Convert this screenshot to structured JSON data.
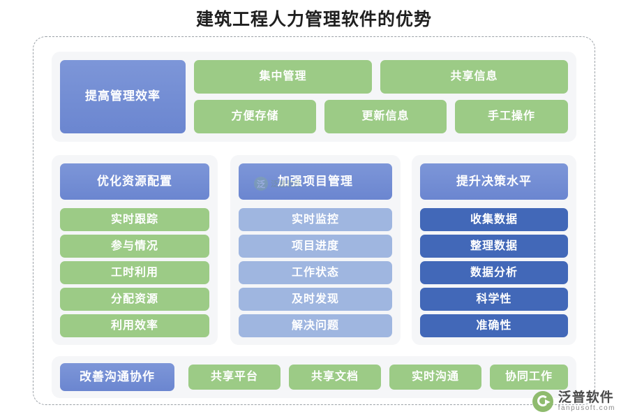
{
  "title": "建筑工程人力管理软件的优势",
  "top_section": {
    "main": "提高管理效率",
    "row1": [
      "集中管理",
      "共享信息"
    ],
    "row2": [
      "方便存储",
      "更新信息",
      "手工操作"
    ]
  },
  "columns": [
    {
      "header": "优化资源配置",
      "items": [
        "实时跟踪",
        "参与情况",
        "工时利用",
        "分配资源",
        "利用效率"
      ]
    },
    {
      "header": "加强项目管理",
      "items": [
        "实时监控",
        "项目进度",
        "工作状态",
        "及时发现",
        "解决问题"
      ]
    },
    {
      "header": "提升决策水平",
      "items": [
        "收集数据",
        "整理数据",
        "数据分析",
        "科学性",
        "准确性"
      ]
    }
  ],
  "bottom_section": {
    "main": "改善沟通协作",
    "items": [
      "共享平台",
      "共享文档",
      "实时沟通",
      "协同工作"
    ]
  },
  "watermark": {
    "center_text": "泛普软件"
  },
  "brand": {
    "name_cn": "泛普软件",
    "name_en": "fanpusoft.com"
  },
  "colors": {
    "header_blue": "#6b86d0",
    "green": "#9ccb86",
    "light_blue": "#9fb6e0",
    "dark_blue": "#4268b8",
    "panel_bg": "#f5f6f8",
    "frame": "#9aa0a6"
  }
}
